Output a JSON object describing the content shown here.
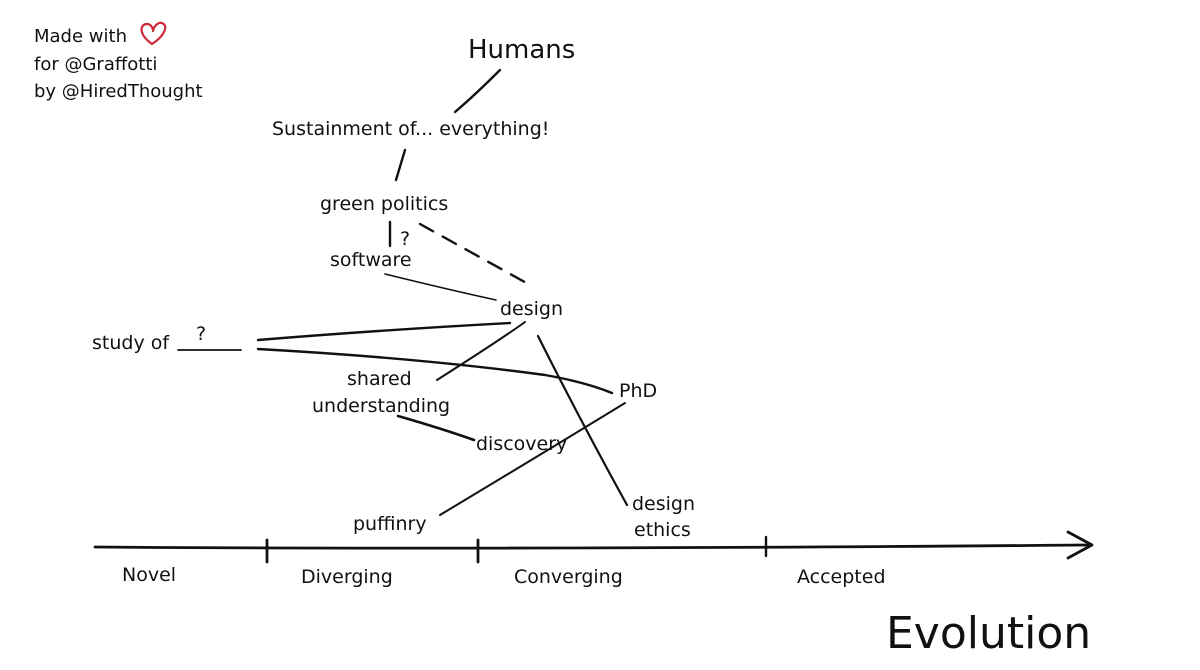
{
  "credit": {
    "line1": "Made with",
    "line2": "for @Graffotti",
    "line3": "by @HiredThought",
    "heart_icon": "heart-icon",
    "heart_color": "#d0283a"
  },
  "nodes": {
    "humans": "Humans",
    "sustainment": "Sustainment of... everything!",
    "green_politics": "green politics",
    "question_mark_small": "?",
    "software": "software",
    "design": "design",
    "study_of": "study of",
    "study_of_question": "?",
    "shared": "shared",
    "understanding": "understanding",
    "phd": "PhD",
    "discovery": "discovery",
    "puffinry": "puffinry",
    "design_ethics_1": "design",
    "design_ethics_2": "ethics"
  },
  "axis": {
    "stages": [
      "Novel",
      "Diverging",
      "Converging",
      "Accepted"
    ],
    "label": "Evolution"
  },
  "colors": {
    "ink": "#111111",
    "background": "#ffffff"
  }
}
